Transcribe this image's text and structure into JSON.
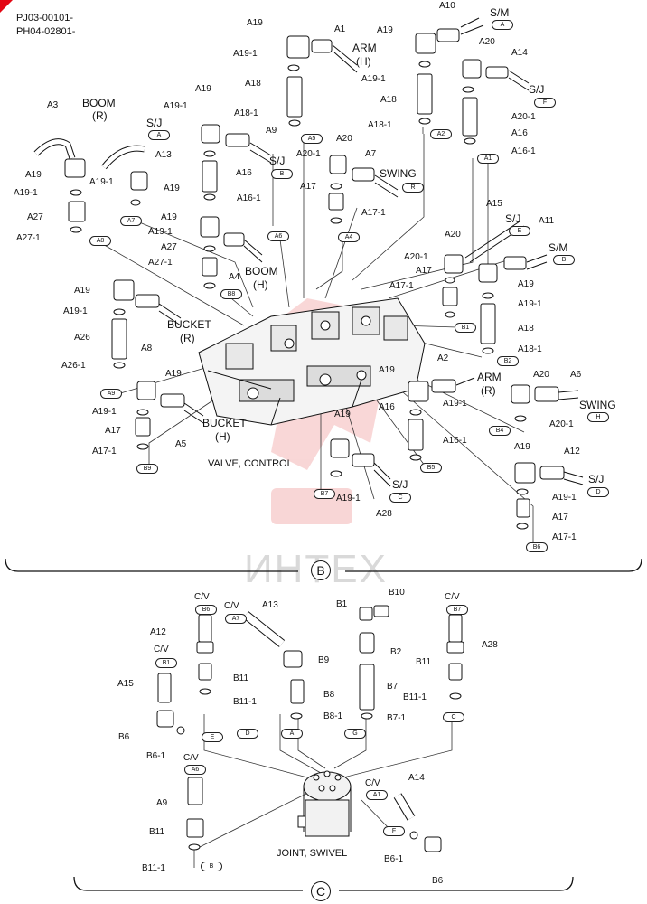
{
  "header": {
    "line1": "PJ03-00101-",
    "line2": "PH04-02801-"
  },
  "watermark": "ИНТЕХ",
  "section_b": {
    "caption": "VALVE, CONTROL",
    "marker": "B",
    "parts": {
      "a10": "A10",
      "a19_top1": "A19",
      "a1": "A1",
      "arm_h1": "ARM",
      "arm_h2": "(H)",
      "a19_1_top1": "A19-1",
      "a18_top1": "A18",
      "a18_1_top1": "A18-1",
      "a19_top2": "A19",
      "a19_1_top2": "A19-1",
      "a18_top2": "A18",
      "a18_1_top2": "A18-1",
      "sm_a": "S/M",
      "a20_top": "A20",
      "a14": "A14",
      "sj_f": "S/J",
      "a20_1_top": "A20-1",
      "a16_top": "A16",
      "a16_1_top": "A16-1",
      "a3": "A3",
      "boom_r1": "BOOM",
      "boom_r2": "(R)",
      "sj_a": "S/J",
      "a13": "A13",
      "a19_left": "A19",
      "a19_1_left": "A19-1",
      "a27_left": "A27",
      "a27_1_left": "A27-1",
      "a19_s2": "A19",
      "a19_1_s2": "A19-1",
      "a19_mid": "A19",
      "a19_1_mid": "A19-1",
      "a16_mid": "A16",
      "a16_1_mid": "A16-1",
      "a9": "A9",
      "sj_b": "S/J",
      "a20_mid": "A20",
      "a20_1_mid": "A20-1",
      "a7": "A7",
      "swing_r": "SWING",
      "a17_mid": "A17",
      "a17_1_mid": "A17-1",
      "a19_b8": "A19",
      "a19_1_b8": "A19-1",
      "a27_b8": "A27",
      "a27_1_b8": "A27-1",
      "a4": "A4",
      "boom_h1": "BOOM",
      "boom_h2": "(H)",
      "a15": "A15",
      "sj_e": "S/J",
      "a11": "A11",
      "sm_b": "S/M",
      "a20_right": "A20",
      "a20_1_right": "A20-1",
      "a17_right": "A17",
      "a17_1_right": "A17-1",
      "a19_right": "A19",
      "a19_1_right": "A19-1",
      "a18_right": "A18",
      "a18_1_right": "A18-1",
      "a19_a9": "A19",
      "a19_1_a9": "A19-1",
      "a26": "A26",
      "a26_1": "A26-1",
      "a8": "A8",
      "bucket_r1": "BUCKET",
      "bucket_r2": "(R)",
      "a19_b9": "A19",
      "a19_1_b9": "A19-1",
      "a17_b9": "A17",
      "a17_1_b9": "A17-1",
      "a5": "A5",
      "bucket_h1": "BUCKET",
      "bucket_h2": "(H)",
      "a19_b5": "A19",
      "a2": "A2",
      "arm_r1": "ARM",
      "arm_r2": "(R)",
      "a19_1_b5": "A19-1",
      "a16_b5": "A16",
      "a16_1_b5": "A16-1",
      "a20_h": "A20",
      "a6": "A6",
      "swing_h": "SWING",
      "a20_1_h": "A20-1",
      "a19_b7": "A19",
      "a19_1_b7": "A19-1",
      "sj_c": "S/J",
      "a28": "A28",
      "a19_d": "A19",
      "a12": "A12",
      "sj_d": "S/J",
      "a19_1_d": "A19-1",
      "a17_d": "A17",
      "a17_1_d": "A17-1"
    },
    "ovals": {
      "o_a_sm": "A",
      "o_f": "F",
      "o_a5": "A5",
      "o_a2": "A2",
      "o_a_sj": "A",
      "o_b_sj": "B",
      "o_a1": "A1",
      "o_r": "R",
      "o_a7": "A7",
      "o_a6": "A6",
      "o_a4": "A4",
      "o_a8": "A8",
      "o_e": "E",
      "o_b_sm": "B",
      "o_b8": "B8",
      "o_b1": "B1",
      "o_b2": "B2",
      "o_a9": "A9",
      "o_h": "H",
      "o_b4": "B4",
      "o_b9": "B9",
      "o_b5": "B5",
      "o_b7": "B7",
      "o_c": "C",
      "o_d": "D",
      "o_b6": "B6"
    }
  },
  "section_c": {
    "caption": "JOINT, SWIVEL",
    "marker": "C",
    "parts": {
      "cv1": "C/V",
      "a12": "A12",
      "cv2": "C/V",
      "a13": "A13",
      "b1": "B1",
      "b10": "B10",
      "cv3": "C/V",
      "cv4": "C/V",
      "b11_1": "B11",
      "b11_1_1": "B11-1",
      "a15": "A15",
      "b9": "B9",
      "b2": "B2",
      "b6": "B6",
      "b6_1": "B6-1",
      "b8": "B8",
      "b8_1": "B8-1",
      "b7": "B7",
      "b7_1": "B7-1",
      "b11_r": "B11",
      "b11_1_r": "B11-1",
      "a28": "A28",
      "cv5": "C/V",
      "a9": "A9",
      "b11_l": "B11",
      "b11_1_l": "B11-1",
      "cv6": "C/V",
      "a14": "A14",
      "b6_1_r": "B6-1",
      "b6_r": "B6"
    },
    "ovals": {
      "o_b6": "B6",
      "o_a7": "A7",
      "o_b7": "B7",
      "o_b1": "B1",
      "o_e": "E",
      "o_d": "D",
      "o_a": "A",
      "o_g": "G",
      "o_c": "C",
      "o_a6": "A6",
      "o_a1": "A1",
      "o_f": "F",
      "o_b": "B"
    }
  }
}
